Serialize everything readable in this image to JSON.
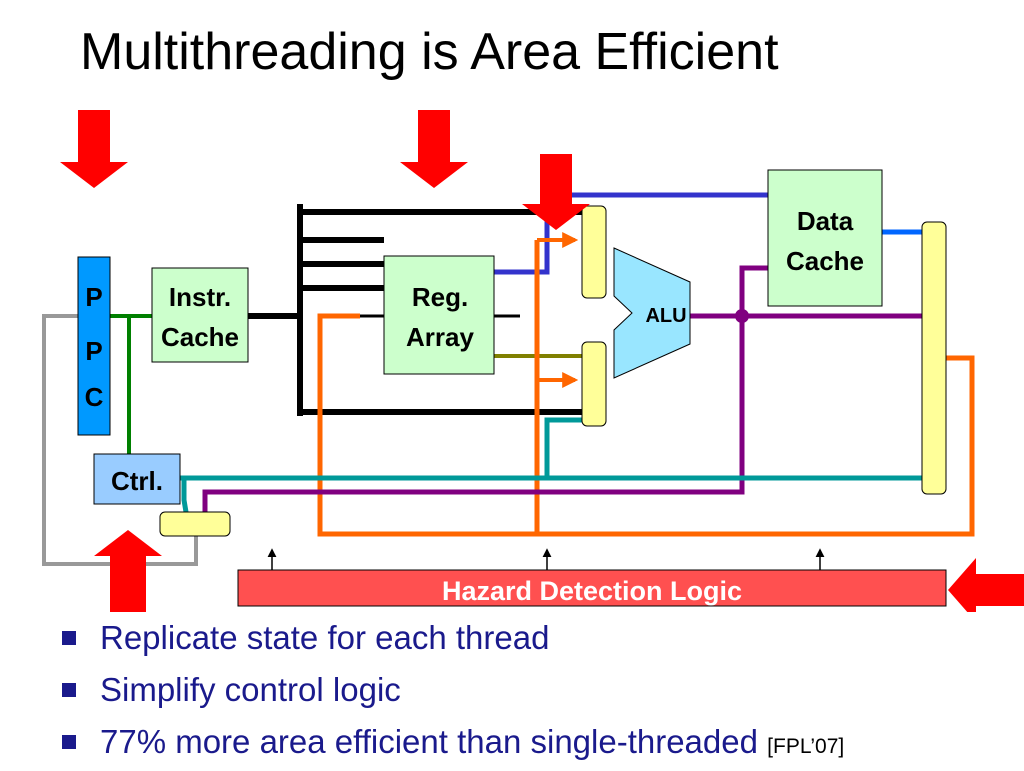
{
  "title": "Multithreading is Area Efficient",
  "diagram": {
    "blocks": {
      "pc_p1": "P",
      "pc_p2": "P",
      "pc_c": "C",
      "instr_cache_1": "Instr.",
      "instr_cache_2": "Cache",
      "reg_array_1": "Reg.",
      "reg_array_2": "Array",
      "alu": "ALU",
      "data_cache_1": "Data",
      "data_cache_2": "Cache",
      "ctrl": "Ctrl.",
      "hazard": "Hazard Detection Logic"
    },
    "colors": {
      "block_green": "#ccffcc",
      "pc_blue": "#0099ff",
      "ctrl_blue": "#99ccff",
      "alu_cyan": "#99e6ff",
      "mux_yellow": "#ffff99",
      "hazard_red": "#ff5050",
      "arrow_red": "#ff0000",
      "wire_blue": "#3333cc",
      "wire_orange": "#ff6600",
      "wire_purple": "#800080",
      "wire_teal": "#009999",
      "wire_green": "#008000",
      "wire_olive": "#808000",
      "wire_gray": "#999999"
    }
  },
  "bullets": [
    {
      "text": "Replicate state for each thread"
    },
    {
      "text": "Simplify control logic"
    },
    {
      "text": "77% more area efficient than single-threaded",
      "citation": "[FPL’07]"
    }
  ]
}
